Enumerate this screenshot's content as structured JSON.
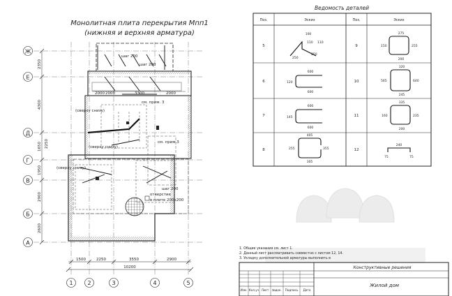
{
  "title": {
    "line1": "Монолитная плита перекрытия Мпп1",
    "line2": "(нижняя и верхняя арматура)"
  },
  "plan": {
    "axes_letters": [
      "Ж",
      "Е",
      "Д",
      "Г",
      "В",
      "Б",
      "А"
    ],
    "axes_numbers": [
      "1",
      "2",
      "3",
      "4",
      "5"
    ],
    "left_dims": [
      "2350",
      "4300",
      "2250",
      "1650",
      "1950",
      "2900",
      "2600"
    ],
    "bottom_dims": [
      "1500",
      "2250",
      "3550",
      "2900"
    ],
    "total_width": "10200",
    "top_dims": [
      "2000",
      "2000",
      "3300",
      "2000"
    ],
    "labels": {
      "step1": "шаг 200",
      "step2": "шаг 200",
      "step3": "шаг 200",
      "see_note3a": "см. прим. 3",
      "see_note3b": "см. прим.3",
      "top_grid1": "(сверху  снизу)",
      "top_grid2": "(сверху  снизу)",
      "top_grid3": "(сверху  снизу)",
      "opening": "отверстие",
      "hole_size": "в плите 200х200"
    }
  },
  "schedule": {
    "title": "Ведомость деталей",
    "headers": [
      "Поз.",
      "Эскиз",
      "Поз.",
      "Эскиз"
    ],
    "rows": [
      {
        "left_pos": "5",
        "right_pos": "9",
        "left_dims": [
          "100",
          "110",
          "110",
          "250",
          "250"
        ],
        "right_dims": [
          "275",
          "150",
          "255",
          "200"
        ]
      },
      {
        "left_pos": "6",
        "right_pos": "10",
        "left_dims": [
          "600",
          "120",
          "600"
        ],
        "right_dims": [
          "320",
          "565",
          "640",
          "245"
        ]
      },
      {
        "left_pos": "7",
        "right_pos": "11",
        "left_dims": [
          "600",
          "145",
          "600"
        ],
        "right_dims": [
          "335",
          "160",
          "235",
          "200"
        ]
      },
      {
        "left_pos": "8",
        "right_pos": "12",
        "left_dims": [
          "405",
          "255",
          "355",
          "305"
        ],
        "right_dims": [
          "240",
          "75",
          "75"
        ]
      }
    ]
  },
  "notes": [
    "1.    Общие указания см. лист 1.",
    "2.    Данный лист рассматривать совместно с листом 12, 14.",
    "3.    Укладку дополнительной арматуры выполнить в"
  ],
  "stamp": {
    "section": "Конструктивные решения",
    "object": "Жилой дом",
    "headers": [
      "Изм.",
      "Кол.уч",
      "Лист",
      "№док.",
      "Подпись",
      "Дата"
    ]
  },
  "colors": {
    "ink": "#222222",
    "fill_grey": "#e8e8e8",
    "hatch": "#8a8a8a",
    "watermark": "#dcdcdc"
  }
}
